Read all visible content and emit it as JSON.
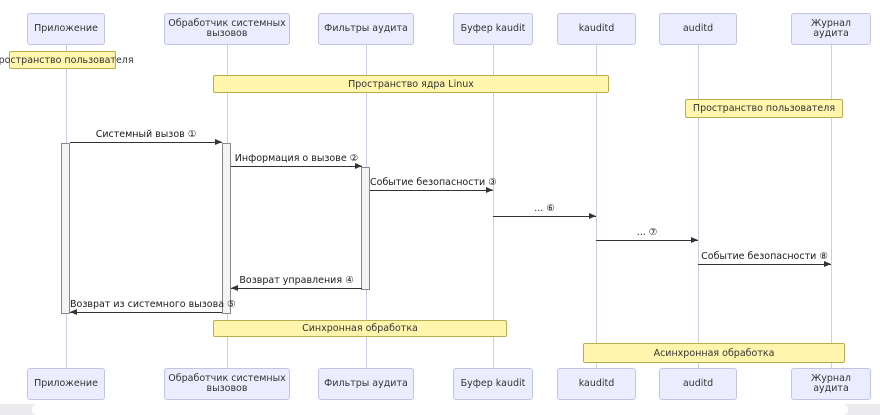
{
  "diagram": {
    "type": "sequence",
    "language": "ru",
    "topic": "Linux audit subsystem event flow"
  },
  "participants": [
    {
      "id": "app",
      "label": "Приложение"
    },
    {
      "id": "syscall",
      "label": "Обработчик системных вызовов"
    },
    {
      "id": "filters",
      "label": "Фильтры аудита"
    },
    {
      "id": "buffer",
      "label": "Буфер kaudit"
    },
    {
      "id": "kauditd",
      "label": "kauditd"
    },
    {
      "id": "auditd",
      "label": "auditd"
    },
    {
      "id": "journal",
      "label": "Журнал аудита"
    }
  ],
  "notes": [
    {
      "label": "Пространство пользователя",
      "over": [
        "Приложение"
      ]
    },
    {
      "label": "Пространство ядра Linux",
      "over": [
        "Обработчик системных вызовов",
        "kauditd"
      ]
    },
    {
      "label": "Пространство пользователя",
      "over": [
        "auditd",
        "Журнал аудита"
      ]
    },
    {
      "label": "Синхронная обработка",
      "over": [
        "Обработчик системных вызовов",
        "Буфер kaudit"
      ]
    },
    {
      "label": "Асинхронная обработка",
      "over": [
        "kauditd",
        "Журнал аудита"
      ]
    }
  ],
  "messages": [
    {
      "label": "Системный вызов ①",
      "from": "Приложение",
      "to": "Обработчик системных вызовов"
    },
    {
      "label": "Информация о вызове ②",
      "from": "Обработчик системных вызовов",
      "to": "Фильтры аудита"
    },
    {
      "label": "Событие безопасности ③",
      "from": "Фильтры аудита",
      "to": "Буфер kaudit"
    },
    {
      "label": "... ⑥",
      "from": "Буфер kaudit",
      "to": "kauditd"
    },
    {
      "label": "... ⑦",
      "from": "kauditd",
      "to": "auditd"
    },
    {
      "label": "Событие безопасности ⑧",
      "from": "auditd",
      "to": "Журнал аудита"
    },
    {
      "label": "Возврат управления ④",
      "from": "Фильтры аудита",
      "to": "Обработчик системных вызовов"
    },
    {
      "label": "Возврат из системного вызова ⑤",
      "from": "Обработчик системных вызовов",
      "to": "Приложение"
    }
  ],
  "colors": {
    "actor_fill": "#ECECFF",
    "actor_border": "#C3C3E8",
    "lifeline": "#CFCCE6",
    "note_fill": "#FFF5AD",
    "note_border": "#B8AE4F",
    "message_line": "#333333",
    "message_text": "#1a1a1a",
    "activation_fill": "#F4F4F4",
    "activation_border": "#8A8A8A"
  }
}
